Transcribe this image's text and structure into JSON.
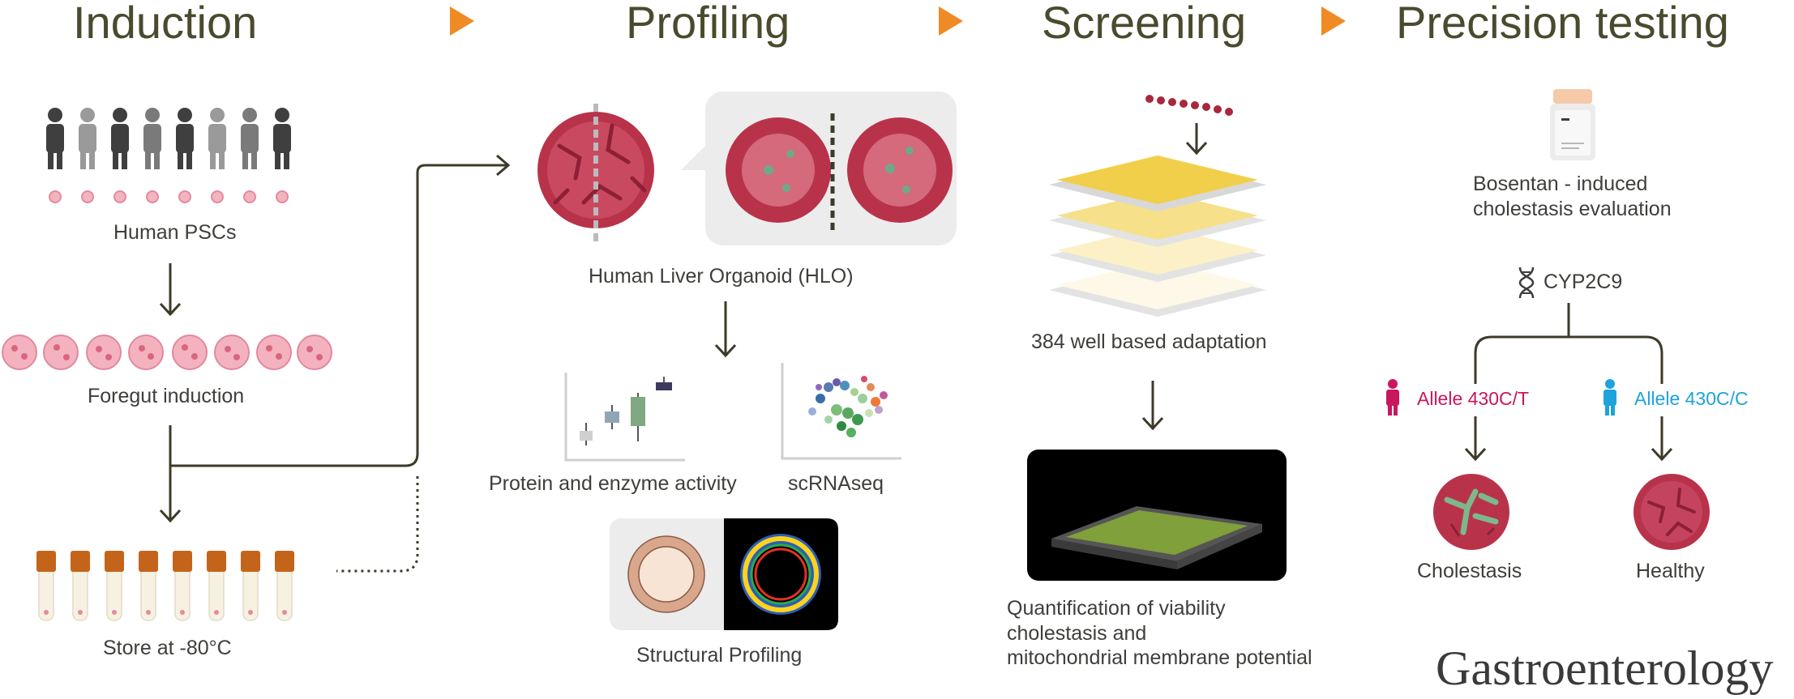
{
  "stages": {
    "induction": "Induction",
    "profiling": "Profiling",
    "screening": "Screening",
    "precision": "Precision testing"
  },
  "induction": {
    "pscs": "Human PSCs",
    "foregut": "Foregut induction",
    "store": "Store at -80°C"
  },
  "profiling": {
    "hlo": "Human Liver Organoid (HLO)",
    "protein": "Protein and enzyme activity",
    "scrnaseq": "scRNAseq",
    "structural": "Structural Profiling"
  },
  "screening": {
    "adaptation": "384 well based adaptation",
    "quant_line1": "Quantification of viability",
    "quant_line2": "cholestasis and",
    "quant_line3": "mitochondrial membrane potential"
  },
  "precision": {
    "bosentan_line1": "Bosentan - induced",
    "bosentan_line2": "cholestasis evaluation",
    "gene": "CYP2C9",
    "allele_t": "Allele 430C/T",
    "allele_c": "Allele 430C/C",
    "cholestasis": "Cholestasis",
    "healthy": "Healthy"
  },
  "journal": "Gastroenterology",
  "colors": {
    "arrow_orange": "#f08a24",
    "organoid": "#b8334a",
    "allele_t": "#c8175d",
    "allele_c": "#1ea3dc",
    "tube_cap": "#c4641b"
  }
}
